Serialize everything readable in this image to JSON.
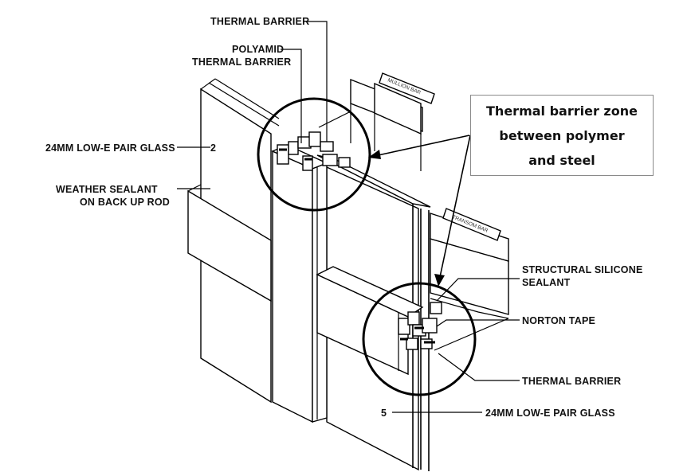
{
  "labels": {
    "thermal_barrier_top": "THERMAL BARRIER",
    "polyamid_line1": "POLYAMID",
    "polyamid_line2": "THERMAL BARRIER",
    "glass_left": "24MM LOW-E PAIR GLASS",
    "sealant_line1": "WEATHER SEALANT",
    "sealant_line2": "ON BACK UP ROD",
    "structural_line1": "STRUCTURAL SILICONE",
    "structural_line2": "SEALANT",
    "norton_tape": "NORTON TAPE",
    "thermal_barrier_bottom": "THERMAL BARRIER",
    "glass_bottom": "24MM LOW-E PAIR GLASS",
    "mullion_bar": "MULLION BAR",
    "transom_bar": "TRANSOM BAR",
    "mark_left": "2",
    "mark_bottom": "5"
  },
  "callout": {
    "line1": "Thermal barrier zone",
    "line2": "between polymer",
    "line3": "and steel"
  }
}
